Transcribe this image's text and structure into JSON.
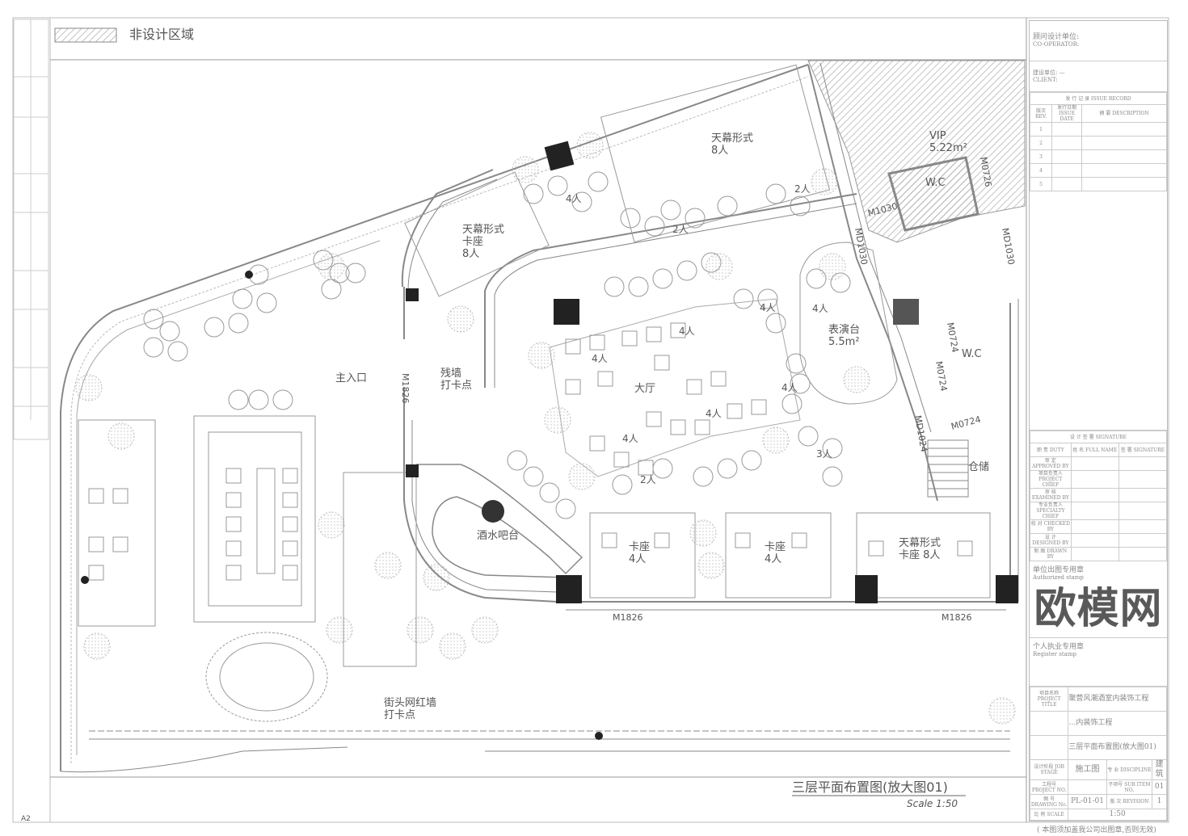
{
  "legend": {
    "label": "非设计区域"
  },
  "sheet_size": "A2",
  "drawing": {
    "title": "三层平面布置图(放大图01)",
    "scale": "Scale  1:50"
  },
  "rooms": [
    {
      "id": "canopy-top",
      "lines": [
        "天幕形式",
        "8人"
      ]
    },
    {
      "id": "vip",
      "lines": [
        "VIP",
        "5.22m²"
      ]
    },
    {
      "id": "wc-top",
      "lines": [
        "W.C"
      ]
    },
    {
      "id": "canopy-left",
      "lines": [
        "天幕形式",
        "卡座",
        "8人"
      ]
    },
    {
      "id": "stage",
      "lines": [
        "表演台",
        "5.5m²"
      ]
    },
    {
      "id": "hall",
      "lines": [
        "大厅"
      ]
    },
    {
      "id": "wc-right",
      "lines": [
        "W.C"
      ]
    },
    {
      "id": "storage",
      "lines": [
        "仓储"
      ]
    },
    {
      "id": "entrance",
      "lines": [
        "主入口"
      ]
    },
    {
      "id": "ruin-wall",
      "lines": [
        "残墙",
        "打卡点"
      ]
    },
    {
      "id": "bar",
      "lines": [
        "酒水吧台"
      ]
    },
    {
      "id": "booth-1",
      "lines": [
        "卡座",
        "4人"
      ]
    },
    {
      "id": "booth-2",
      "lines": [
        "卡座",
        "4人"
      ]
    },
    {
      "id": "canopy-right",
      "lines": [
        "天幕形式",
        "卡座  8人"
      ]
    },
    {
      "id": "street-wall",
      "lines": [
        "街头网红墙",
        "打卡点"
      ]
    }
  ],
  "seat_labels": [
    "4人",
    "2人",
    "2人",
    "4人",
    "4人",
    "4人",
    "4人",
    "4人",
    "4人",
    "2人",
    "3人",
    "4人"
  ],
  "doors": [
    "M1030",
    "MD1030",
    "M0726",
    "MD1030",
    "M0724",
    "M0724",
    "MD1024",
    "M0724",
    "M1826",
    "M1826",
    "M1826"
  ],
  "title_block": {
    "cooperator_cn": "顾问设计单位:",
    "cooperator_en": "CO-OPERATOR:",
    "client_cn": "建设单位:",
    "client_en": "CLIENT:",
    "client_value": "—",
    "issue_record": "发 行 记 录   ISSUE RECORD",
    "issue_headers": [
      "版次 REV.",
      "发行日期 ISSUE DATE",
      "摘 要 DESCRIPTION"
    ],
    "issue_rows": [
      "1",
      "2",
      "3",
      "4",
      "5"
    ],
    "signature": "设 计 签 署   SIGNATURE",
    "sig_headers": [
      "职 责 DUTY",
      "姓 名 FULL NAME",
      "签 署 SIGNATURE"
    ],
    "sig_rows": [
      "审 定 APPROVED BY",
      "项目负责人 PROJECT CHIEF",
      "审 核 EXAMINED BY",
      "专业负责人 SPECIALTY CHIEF",
      "校 对 CHECKED BY",
      "设 计 DESIGNED BY",
      "制 图 DRAWN BY"
    ],
    "stamp_unit_cn": "单位出图专用章",
    "stamp_unit_en": "Authorized stamp",
    "stamp_person_cn": "个人执业专用章",
    "stamp_person_en": "Register stamp",
    "project_title_label": "项目名称 PROJECT TITLE",
    "project_title": "聚营风潮酒室内装饰工程",
    "subproject_title": "…内装饰工程",
    "drawing_title": "三层平面布置图(放大图01)",
    "job_stage_label": "设计阶段 JOB STAGE",
    "job_stage": "施工图",
    "discipline_label": "专 业 DISCIPLINE",
    "discipline": "建筑",
    "project_no_label": "工程号 PROJECT NO.",
    "sub_item_label": "子项号 SUB ITEM NO.",
    "sub_item": "01",
    "drawing_no_label": "图 号 DRAWING No.",
    "drawing_no": "PL-01-01",
    "revision_label": "版 次 REVISION",
    "revision": "1",
    "scale_label": "比 例 SCALE",
    "scale": "1:50",
    "note": "( 本图须加盖我公司出图章,否则无效)"
  },
  "watermark": "欧模网"
}
